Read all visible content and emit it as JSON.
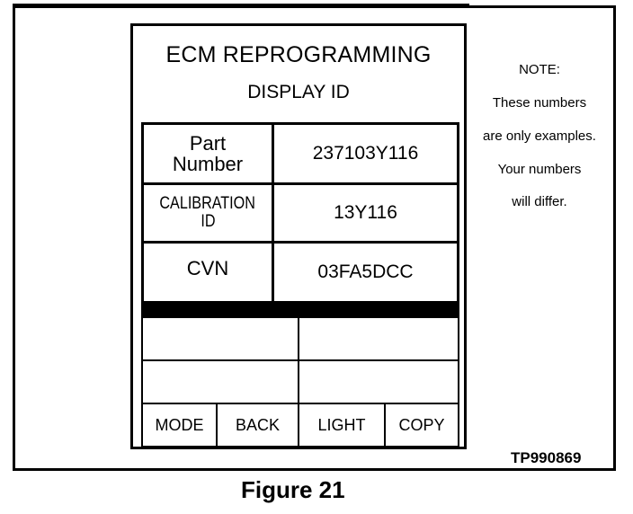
{
  "screen": {
    "title": "ECM REPROGRAMMING",
    "subtitle": "DISPLAY ID",
    "rows": [
      {
        "label_line1": "Part",
        "label_line2": "Number",
        "value": "237103Y116"
      },
      {
        "label_line1": "CALIBRATION",
        "label_line2": "ID",
        "value": "13Y116"
      },
      {
        "label_line1": "CVN",
        "label_line2": "",
        "value": "03FA5DCC"
      }
    ],
    "buttons": {
      "mode": "MODE",
      "back": "BACK",
      "light": "LIGHT",
      "copy": "COPY"
    }
  },
  "note": {
    "heading": "NOTE:",
    "lines": [
      "These numbers",
      "are only examples.",
      "Your numbers",
      "will differ."
    ]
  },
  "reference_code": "TP990869",
  "caption": "Figure 21"
}
